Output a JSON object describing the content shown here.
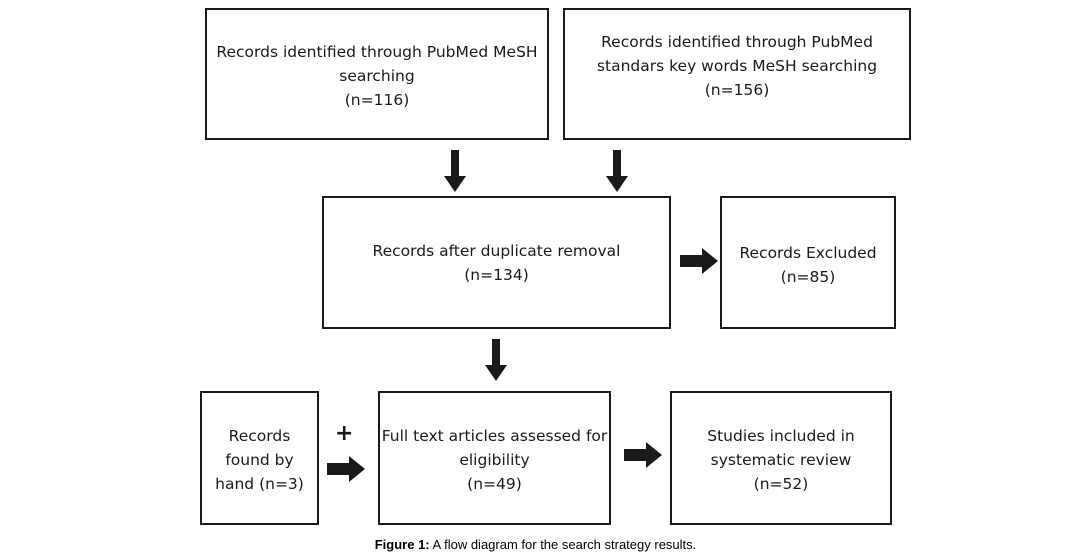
{
  "boxes": {
    "pubmed_mesh": {
      "lines": [
        "Records identified through  PubMed MeSH",
        "searching",
        "(n=116)"
      ]
    },
    "pubmed_standard": {
      "lines": [
        "Records identified through  PubMed",
        "standars key words MeSH searching",
        "(n=156)"
      ]
    },
    "duplicate_removal": {
      "lines": [
        "Records after duplicate removal",
        "(n=134)"
      ]
    },
    "excluded": {
      "lines": [
        "Records Excluded",
        "(n=85)"
      ]
    },
    "found_by_hand": {
      "lines": [
        "Records",
        "found by",
        "hand (n=3)"
      ]
    },
    "full_text": {
      "lines": [
        "Full text articles assessed for",
        "eligibility",
        "(n=49)"
      ]
    },
    "included": {
      "lines": [
        "Studies included in",
        "systematic review",
        "(n=52)"
      ]
    }
  },
  "plus_sign": "+",
  "caption": {
    "label": "Figure 1:",
    "text": " A flow diagram for the search strategy results."
  },
  "colors": {
    "stroke": "#1a1a1a",
    "arrow_fill": "#1a1a1a",
    "background": "#ffffff"
  }
}
